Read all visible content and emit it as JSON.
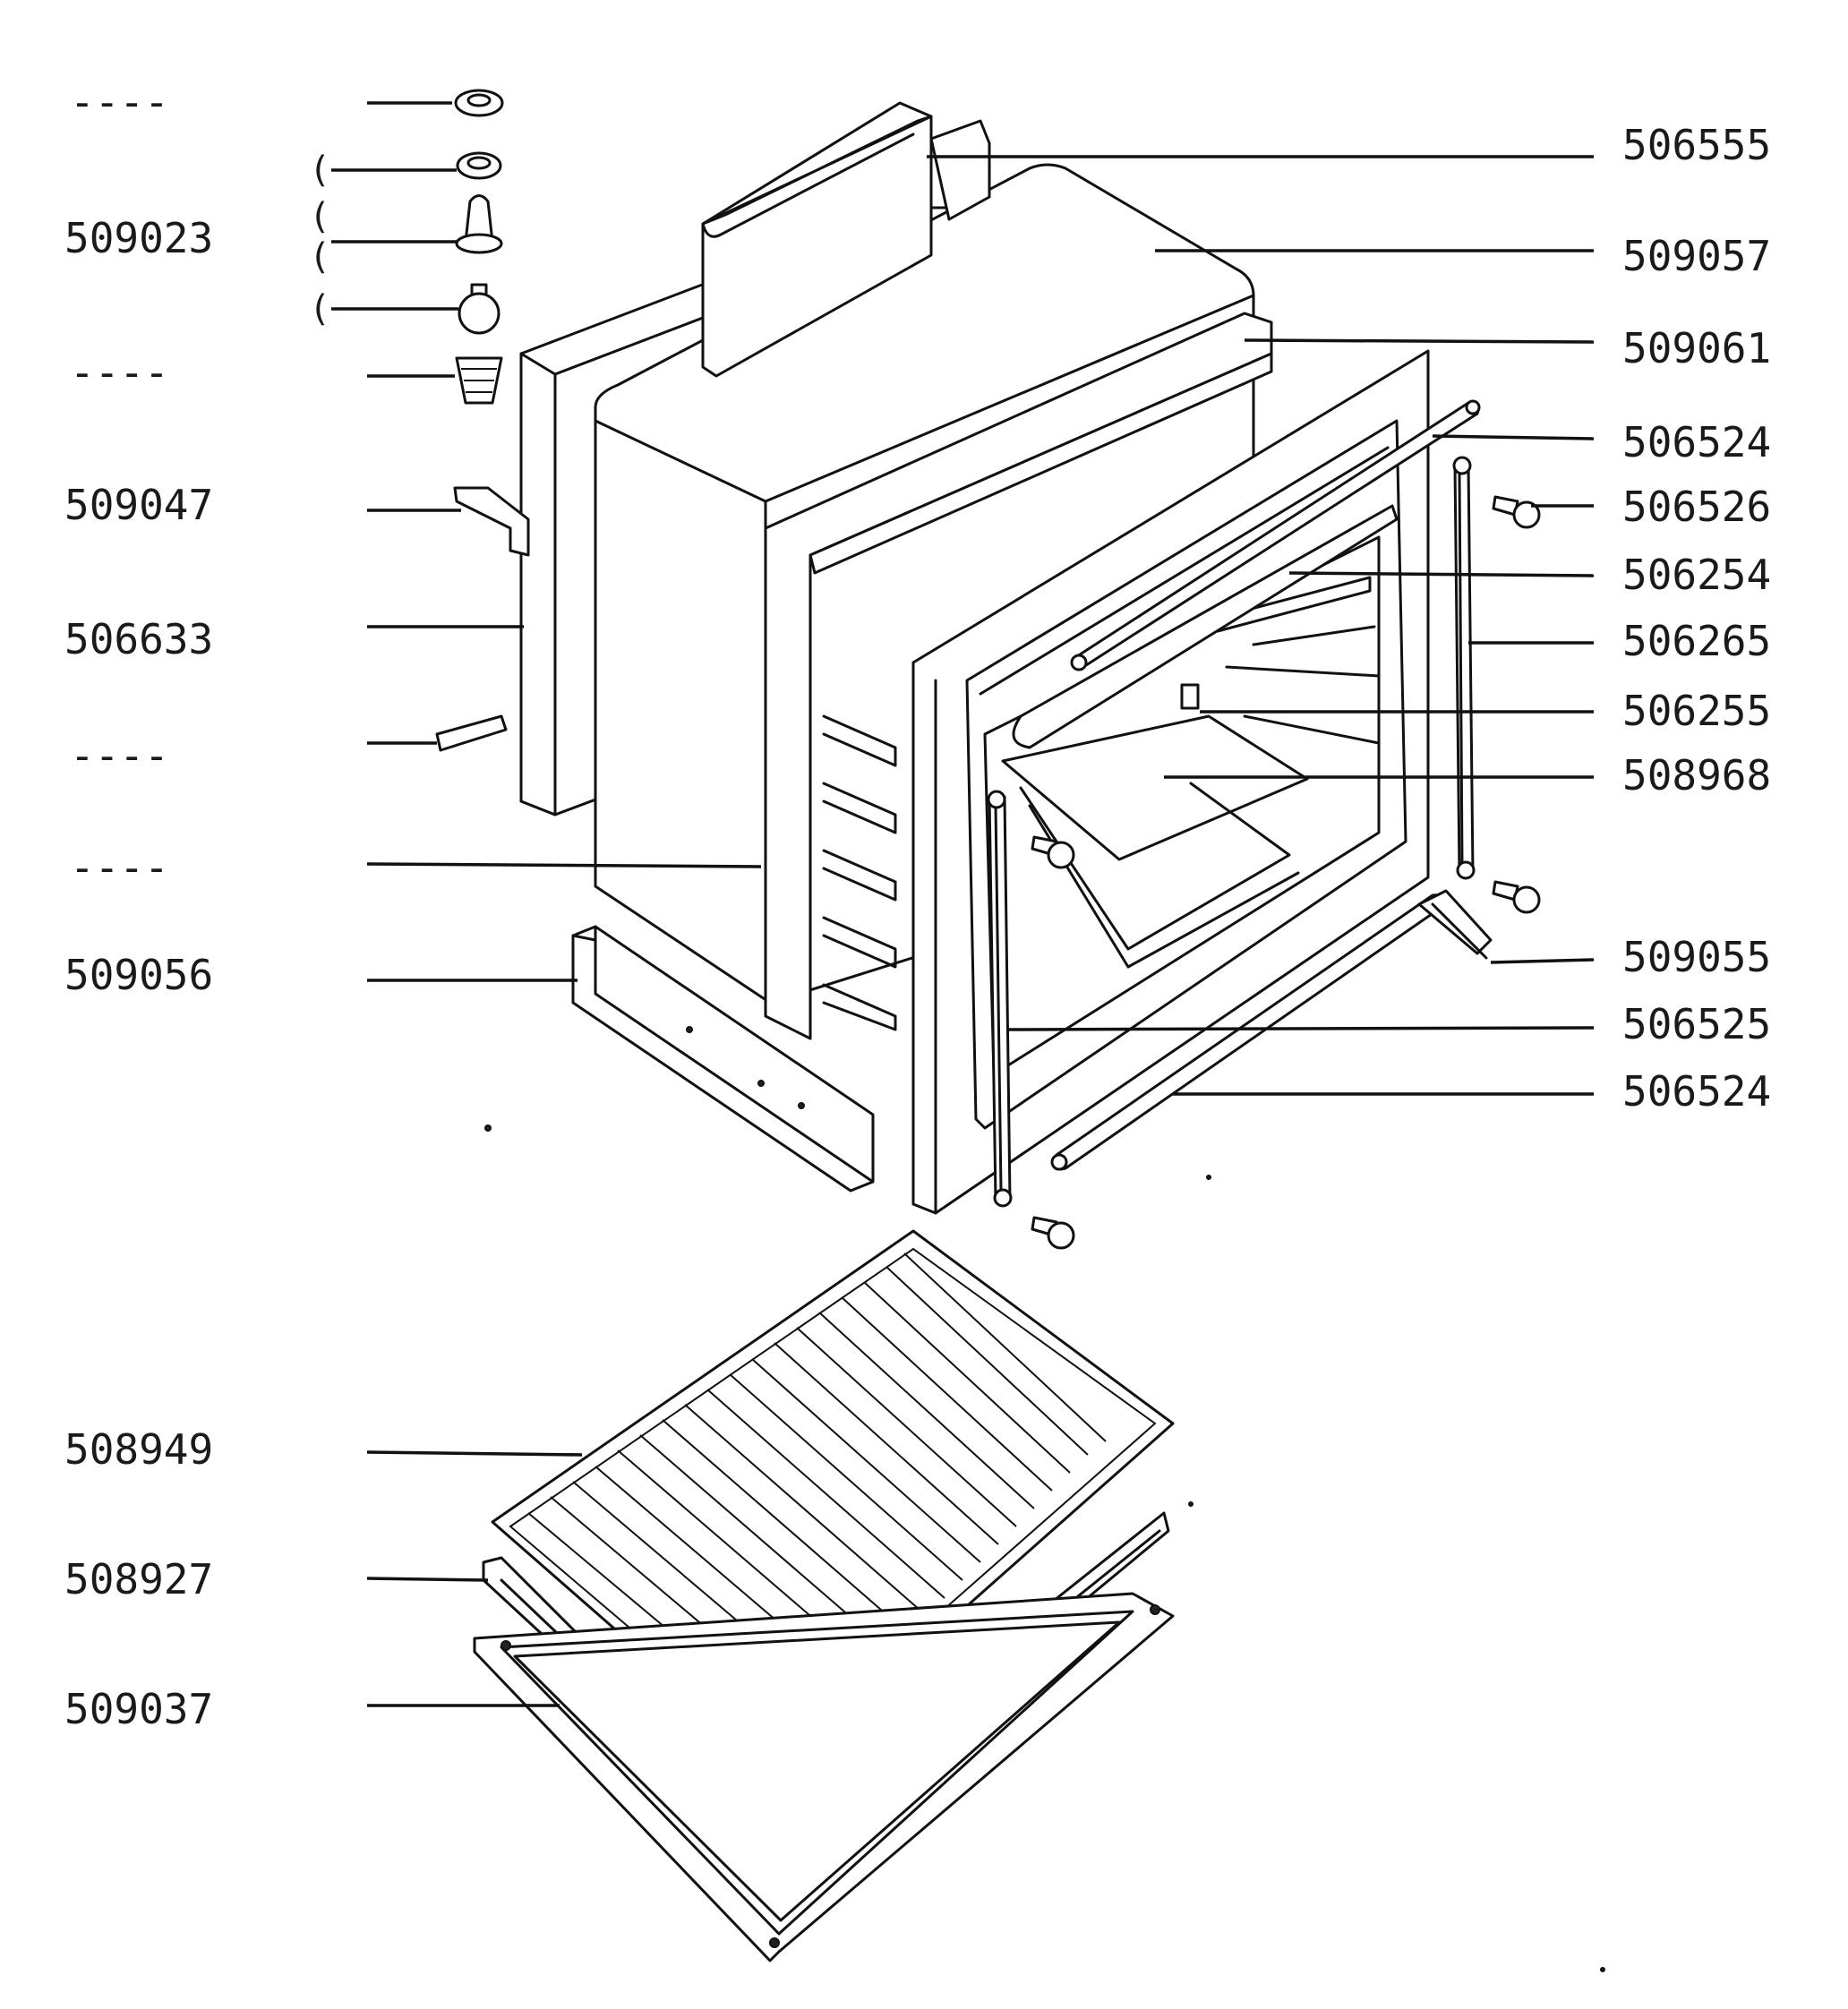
{
  "left_labels": [
    {
      "id": "lamp-ring",
      "text": "----"
    },
    {
      "id": "lamp-assembly",
      "text": "509023"
    },
    {
      "id": "lamp-cover",
      "text": "----"
    },
    {
      "id": "bracket",
      "text": "509047"
    },
    {
      "id": "insulation",
      "text": "506633"
    },
    {
      "id": "clip",
      "text": "----"
    },
    {
      "id": "seal",
      "text": "----"
    },
    {
      "id": "base-rail",
      "text": "509056"
    },
    {
      "id": "wire-shelf",
      "text": "508949"
    },
    {
      "id": "baking-tray",
      "text": "508927"
    },
    {
      "id": "drip-tray",
      "text": "509037"
    }
  ],
  "right_labels": [
    {
      "id": "fan-duct",
      "text": "506555"
    },
    {
      "id": "outer-casing",
      "text": "509057"
    },
    {
      "id": "oven-cavity",
      "text": "509061"
    },
    {
      "id": "top-heating-element",
      "text": "506524"
    },
    {
      "id": "support-screw",
      "text": "506526"
    },
    {
      "id": "grill-element",
      "text": "506254"
    },
    {
      "id": "right-shelf-support",
      "text": "506265"
    },
    {
      "id": "element-clip",
      "text": "506255"
    },
    {
      "id": "cavity-floor",
      "text": "508968"
    },
    {
      "id": "hinge",
      "text": "509055"
    },
    {
      "id": "left-shelf-support",
      "text": "506525"
    },
    {
      "id": "bottom-heating-element",
      "text": "506524"
    }
  ],
  "bracket_marks": [
    "(",
    "(",
    "(",
    "("
  ]
}
